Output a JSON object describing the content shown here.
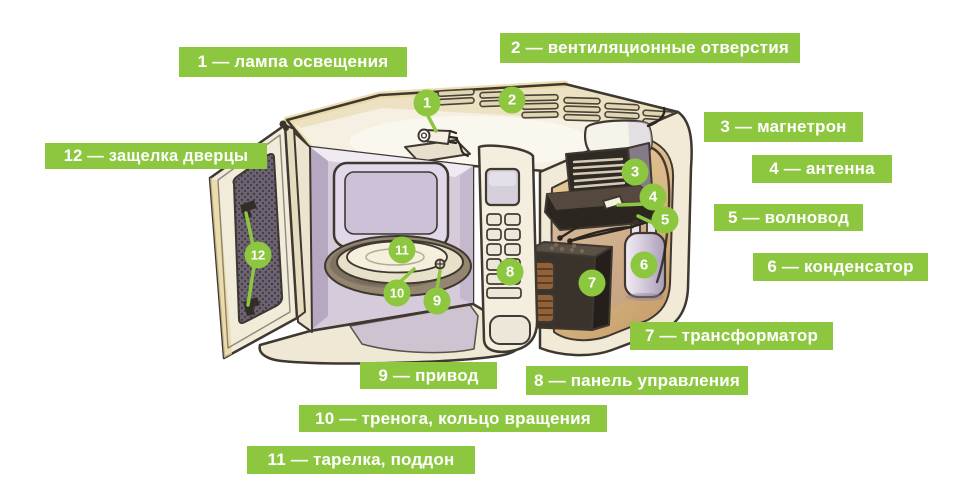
{
  "diagram": {
    "colors": {
      "accent_green": "#8dc63f",
      "label_text": "#ffffff",
      "outline": "#3f3831",
      "bg": "#ffffff"
    }
  },
  "labels": [
    {
      "number": "1",
      "text": "1 — лампа освещения"
    },
    {
      "number": "2",
      "text": "2 — вентиляционные отверстия"
    },
    {
      "number": "3",
      "text": "3 — магнетрон"
    },
    {
      "number": "4",
      "text": "4 — антенна"
    },
    {
      "number": "5",
      "text": "5 — волновод"
    },
    {
      "number": "6",
      "text": "6 — конденсатор"
    },
    {
      "number": "7",
      "text": "7 — трансформатор"
    },
    {
      "number": "8",
      "text": "8 — панель управления"
    },
    {
      "number": "9",
      "text": "9 — привод"
    },
    {
      "number": "10",
      "text": "10 — тренога, кольцо вращения"
    },
    {
      "number": "11",
      "text": "11 — тарелка, поддон"
    },
    {
      "number": "12",
      "text": "12 — защелка дверцы"
    }
  ],
  "badges": [
    "1",
    "2",
    "3",
    "4",
    "5",
    "6",
    "7",
    "8",
    "9",
    "10",
    "11",
    "12"
  ]
}
